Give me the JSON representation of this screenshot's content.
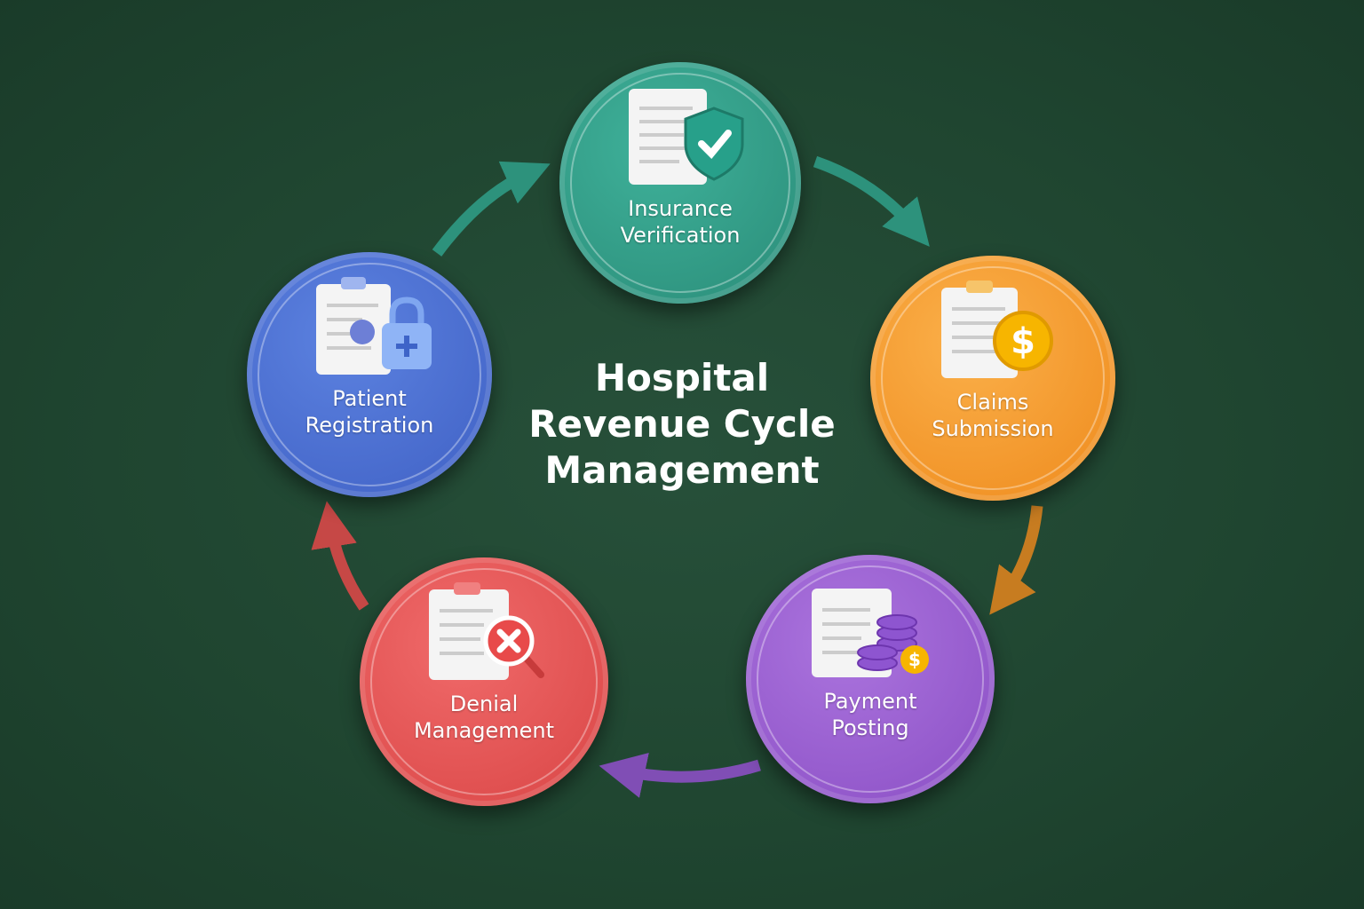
{
  "title": [
    "Hospital",
    "Revenue Cycle",
    "Management"
  ],
  "steps": [
    {
      "label": [
        "Insurance",
        "Verification"
      ],
      "color": "#2f9b85",
      "icon": "document-shield-check-icon"
    },
    {
      "label": [
        "Claims",
        "Submission"
      ],
      "color": "#f3972b",
      "icon": "clipboard-dollar-coin-icon"
    },
    {
      "label": [
        "Payment",
        "Posting"
      ],
      "color": "#9a5ed0",
      "icon": "document-coins-icon"
    },
    {
      "label": [
        "Denial",
        "Management"
      ],
      "color": "#e65555",
      "icon": "clipboard-magnifier-x-icon"
    },
    {
      "label": [
        "Patient",
        "Registration"
      ],
      "color": "#4a6dcf",
      "icon": "clipboard-lock-icon"
    }
  ]
}
